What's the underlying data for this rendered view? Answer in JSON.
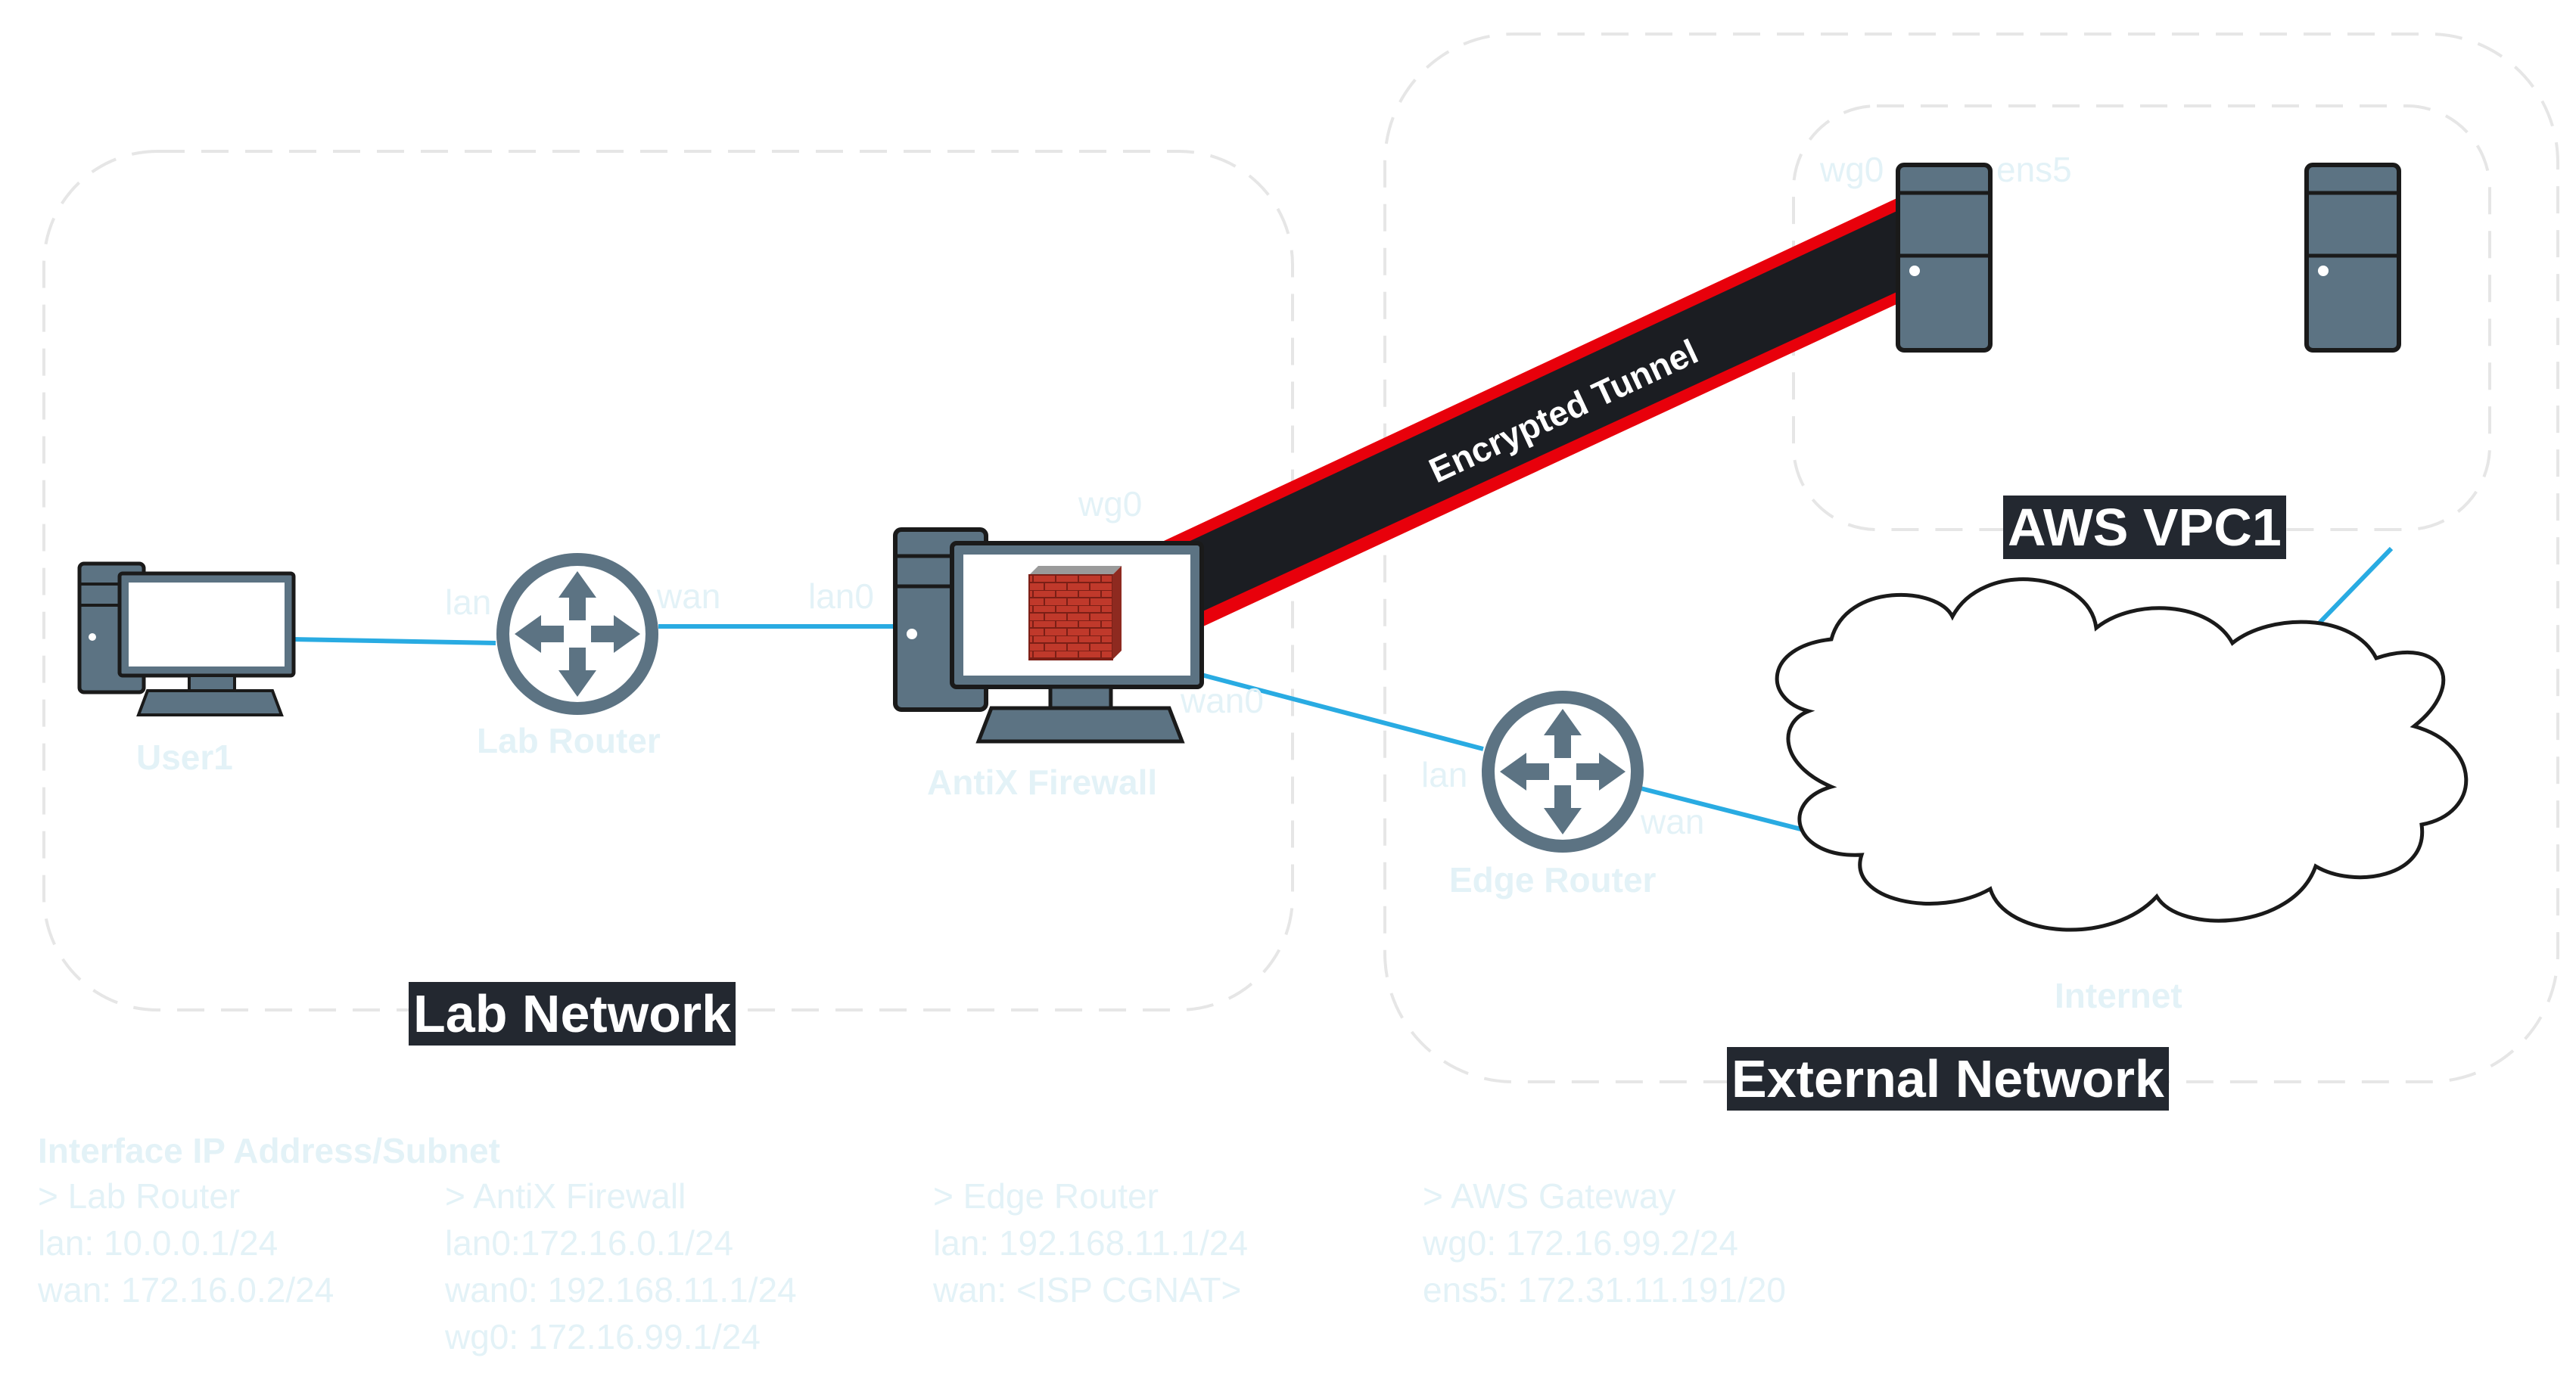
{
  "regions": {
    "lab_network": "Lab Network",
    "external_network": "External Network",
    "aws_vpc": "AWS VPC1"
  },
  "devices": {
    "user1": "User1",
    "lab_router": "Lab Router",
    "firewall": "AntiX Firewall",
    "edge_router": "Edge Router",
    "internet": "Internet"
  },
  "interfaces": {
    "lab_router_lan": "lan",
    "lab_router_wan": "wan",
    "firewall_lan0": "lan0",
    "firewall_wg0": "wg0",
    "firewall_wan0": "wan0",
    "edge_lan": "lan",
    "edge_wan": "wan",
    "aws_wg0": "wg0",
    "aws_ens5": "ens5"
  },
  "tunnel": {
    "label": "Encrypted Tunnel"
  },
  "ip_table": {
    "title": "Interface IP Address/Subnet",
    "groups": [
      {
        "header": "> Lab Router",
        "lines": [
          " lan: 10.0.0.1/24",
          " wan: 172.16.0.2/24"
        ]
      },
      {
        "header": "> AntiX Firewall",
        "lines": [
          " lan0:172.16.0.1/24",
          " wan0: 192.168.11.1/24",
          " wg0: 172.16.99.1/24"
        ]
      },
      {
        "header": "> Edge Router",
        "lines": [
          " lan: 192.168.11.1/24",
          " wan: <ISP CGNAT>"
        ]
      },
      {
        "header": "> AWS Gateway",
        "lines": [
          " wg0: 172.16.99.2/24",
          " ens5: 172.31.11.191/20"
        ]
      }
    ]
  },
  "colors": {
    "link": "#29abe2",
    "device": "#5c7383",
    "device_outline": "#1a1a1a",
    "tunnel": "#1b1d22",
    "tunnel_edge": "#e8000b",
    "region_border": "#e6e6e6",
    "faint_text": "#e3f2f7"
  }
}
